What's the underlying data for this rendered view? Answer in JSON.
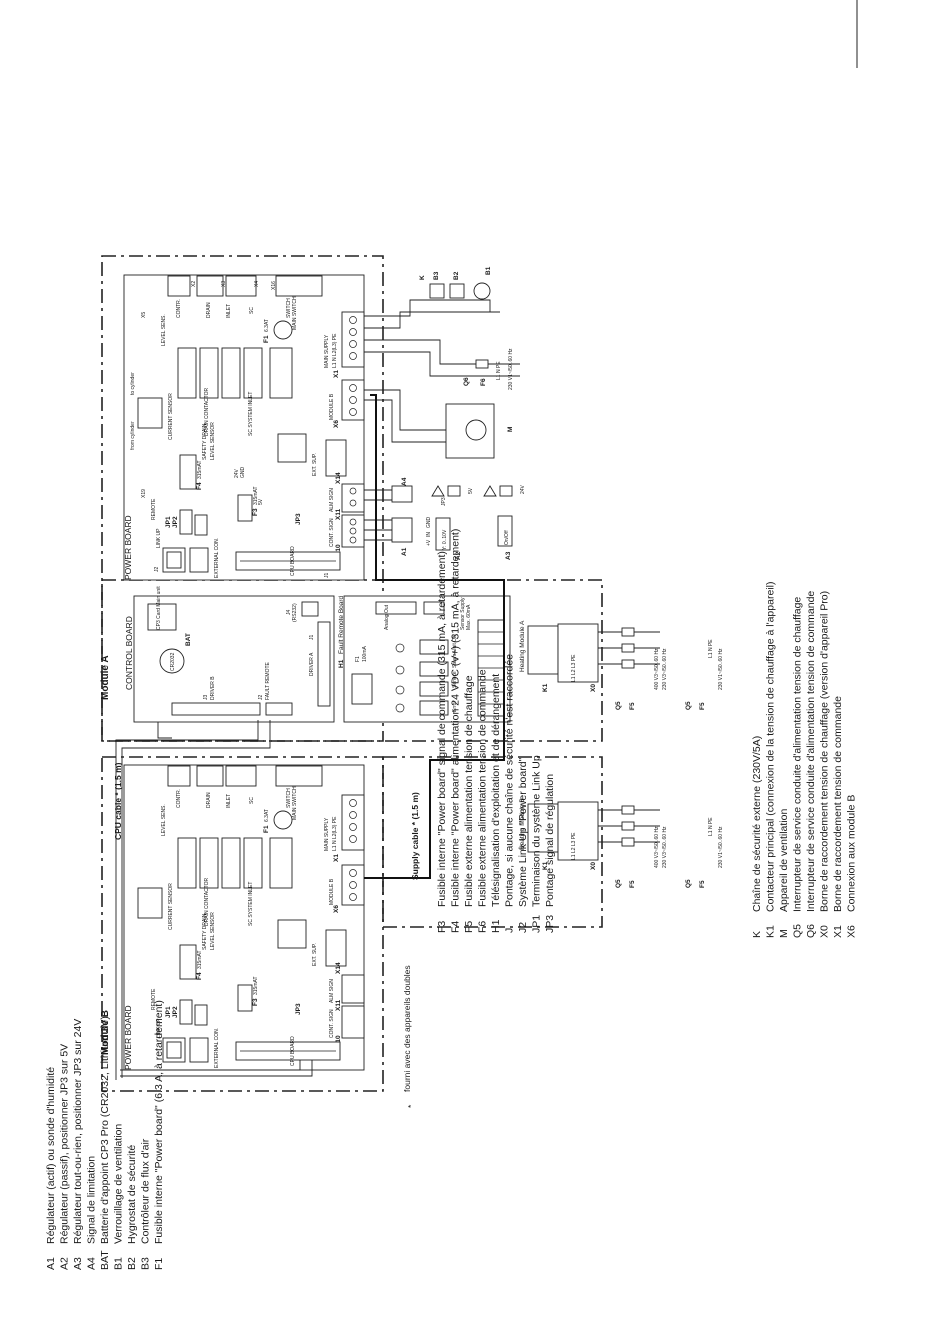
{
  "modules": {
    "a_title": "Module A",
    "b_title": "Module B"
  },
  "power_board": {
    "title": "POWER BOARD",
    "x1_label": "X1",
    "x1_pins": "L1 N L2(L3) PE",
    "main_supply": "MAIN SUPPLY",
    "x6_label": "X6",
    "module_b": "MODULE B",
    "x14_label": "X14",
    "ext_sup": "EXT. SUP.",
    "x11_label": "X11",
    "alm_sign": "ALM SIGN",
    "x10_label": "X10",
    "cont_sign": "CONT. SIGN",
    "f1_label": "F1",
    "f1_value": "6.3AT",
    "f4_label": "F4",
    "f4_value": "315mAT",
    "f3_label": "F3",
    "f3_value": "315mAT",
    "jp3": "JP3",
    "jp1": "JP1",
    "jp2": "JP2",
    "x19": "X19",
    "remote": "REMOTE",
    "link_up": "LINK UP",
    "external_con": "EXTERNAL CON.",
    "cpu_board": "CPU BOARD",
    "j1": "J1",
    "j2": "J2",
    "current_sensor": "CURRENT SENSOR",
    "drain_contactor": "DRAIN CONTACTOR",
    "sc_system_inlet": "SC SYSTEM INLET",
    "safety_drain": "SAFETY DRAIN",
    "level_sensor": "LEVEL SENSOR",
    "level_sens": "LEVEL SENS.",
    "contr": "CONTR.",
    "drain": "DRAIN",
    "inlet": "INLET",
    "sc": "SC",
    "switch": "SWITCH",
    "main_switch": "MAIN SWITCH",
    "x5": "X5",
    "x2": "X2",
    "x3": "X3",
    "x4": "X4",
    "x16": "X16",
    "v24": "24V",
    "gnd": "GND",
    "v5": "5V",
    "from_cylinder": "from cylinder",
    "to_cylinder": "to cylinder"
  },
  "control_board": {
    "title": "CONTROL BOARD",
    "cp3": "CP3 Card Main unit",
    "bat": "BAT",
    "cr2032": "CR2032",
    "driver_b": "DRIVER B",
    "j3": "J3",
    "j2": "J2",
    "fault_remote": "FAULT REMOTE",
    "j4": "J4",
    "rs232": "(RS232)",
    "driver_a": "DRIVER A",
    "j1": "J1"
  },
  "remote_board": {
    "h1": "H1",
    "title": "Fault Remote Board",
    "f1": "F1",
    "fuse": "100mA",
    "analog_out": "Analog Out",
    "sensor_supply": "Sensor Supply",
    "max_current": "Max. 60mA",
    "steam_unit_on": "Steam Unit ON",
    "service": "Service",
    "error": "Error"
  },
  "heating": {
    "module_a": "Heating Module A",
    "module_b": "Heating Module B",
    "k1": "K1",
    "x0": "X0",
    "q5": "Q5",
    "f5": "F5",
    "supply_400": "400 V3~/50..60 Hz",
    "supply_230_3": "230 V3~/50..60 Hz",
    "supply_230_1": "230 V1~/50..60 Hz",
    "terminals": "L1 L2 L3 PE",
    "terminals_1ph": "L1 N PE"
  },
  "external": {
    "k": "K",
    "b3": "B3",
    "b2": "B2",
    "b1": "B1",
    "m": "M",
    "q6": "Q6",
    "f6": "F6",
    "f6_line": "L1 N PE",
    "f6_supply": "230 V1~/50..60 Hz",
    "a1": "A1",
    "a2": "A2",
    "a3": "A3",
    "a4": "A4",
    "a2_range": "Y: 0..10V",
    "a3_range": "On/Off",
    "jp3_label": "JP3",
    "jp3_5v": "5V",
    "jp3_24v": "24V",
    "gnd": "GND",
    "in": "IN",
    "plus_v": "+V"
  },
  "cables": {
    "cpu_cable": "CPU cable * (1.5 m)",
    "supply_cable": "Supply cable * (1.5 m)"
  },
  "footnote": {
    "marker": "*",
    "text": "fourni avec des appareils doubles"
  },
  "legend": {
    "col1": [
      {
        "code": "A1",
        "desc": "Régulateur (actif) ou sonde d'humidité"
      },
      {
        "code": "A2",
        "desc": "Régulateur (passif), positionner JP3 sur 5V"
      },
      {
        "code": "A3",
        "desc": "Régulateur tout-ou-rien, positionner JP3 sur 24V"
      },
      {
        "code": "A4",
        "desc": "Signal de limitation"
      },
      {
        "code": "BAT",
        "desc": "Batterie d'appoint CP3 Pro (CR2032, Lithium 3V)"
      },
      {
        "code": "B1",
        "desc": "Verrouillage de ventilation"
      },
      {
        "code": "B2",
        "desc": "Hygrostat de sécurité"
      },
      {
        "code": "B3",
        "desc": "Contrôleur de flux d'air"
      },
      {
        "code": "F1",
        "desc": "Fusible interne \"Power board\" (6.3 A, à retardement)"
      }
    ],
    "col2": [
      {
        "code": "F3",
        "desc": "Fusible interne \"Power board\" signal de commande (315 mA, à retardement)"
      },
      {
        "code": "F4",
        "desc": "Fusible interne \"Power board\" alimentation 24 VDC (V+) (315 mA, à retardement)"
      },
      {
        "code": "F5",
        "desc": "Fusible externe alimentation tension de chauffage"
      },
      {
        "code": "F6",
        "desc": "Fusible externe alimentation tension de commande"
      },
      {
        "code": "H1",
        "desc": "Télésignalisation d'exploitation et de dérangement"
      },
      {
        "code": "J",
        "desc": "Pontage, si aucune chaîne de sécurité n'est raccordée"
      },
      {
        "code": "J2",
        "desc": "Système Link Up \"Power board\""
      },
      {
        "code": "JP1",
        "desc": "Terminaison du système Link Up"
      },
      {
        "code": "JP3",
        "desc": "Pontage signal de régulation"
      }
    ],
    "col3": [
      {
        "code": "K",
        "desc": "Chaîne de sécurité externe (230V/5A)"
      },
      {
        "code": "K1",
        "desc": "Contacteur principal (connexion de la tension de chauffage à l'appareil)"
      },
      {
        "code": "M",
        "desc": "Appareil de ventilation"
      },
      {
        "code": "Q5",
        "desc": "Interrupteur de service conduite d'alimentation tension de chauffage"
      },
      {
        "code": "Q6",
        "desc": "Interrupteur de service conduite d'alimentation tension de commande"
      },
      {
        "code": "X0",
        "desc": "Borne de raccordement tension de chauffage (version d'appareil Pro)"
      },
      {
        "code": "X1",
        "desc": "Borne de raccordement tension de commande"
      },
      {
        "code": "X6",
        "desc": "Connexion aux module B"
      }
    ]
  }
}
